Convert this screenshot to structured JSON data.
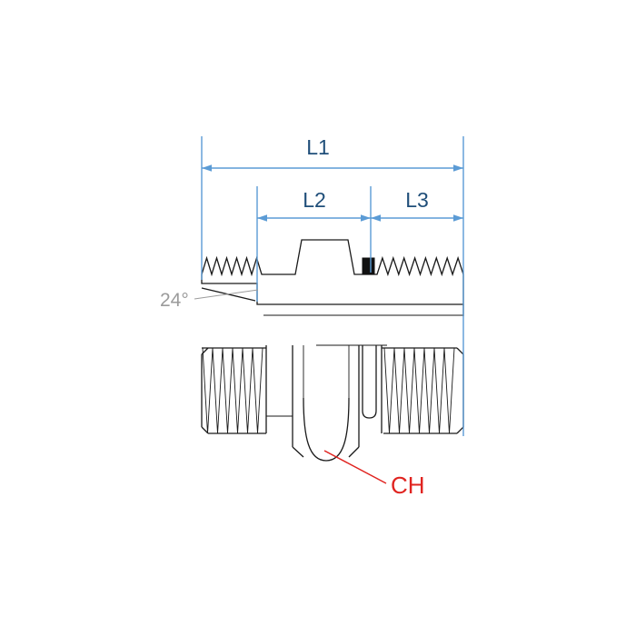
{
  "diagram": {
    "type": "technical-drawing",
    "subject": "hydraulic male-male adapter fitting, half-section view",
    "dimension_labels": {
      "l1": "L1",
      "l2": "L2",
      "l3": "L3"
    },
    "annotations": {
      "cone_angle": "24°",
      "hex_label": "CH"
    },
    "colors": {
      "dimension_line": "#5b9bd5",
      "dimension_text": "#1f4e79",
      "annotation_gray": "#9b9b9b",
      "annotation_red": "#e02420",
      "drawing_line": "#1a1a1a",
      "background": "#ffffff"
    }
  }
}
